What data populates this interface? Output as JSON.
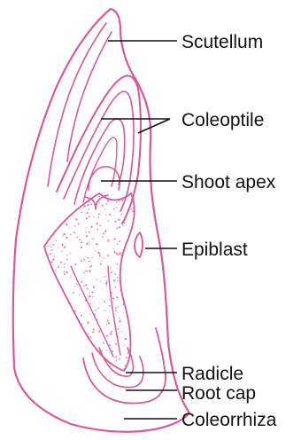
{
  "diagram": {
    "colors": {
      "outline": "#d9579a",
      "speckle": "#e07aae",
      "leader": "#111111",
      "label": "#111111",
      "background": "#ffffff"
    },
    "labels": {
      "scutellum": "Scutellum",
      "coleoptile": "Coleoptile",
      "shoot_apex": "Shoot apex",
      "epiblast": "Epiblast",
      "radicle": "Radicle",
      "root_cap": "Root cap",
      "coleorrhiza": "Coleorrhiza"
    }
  }
}
